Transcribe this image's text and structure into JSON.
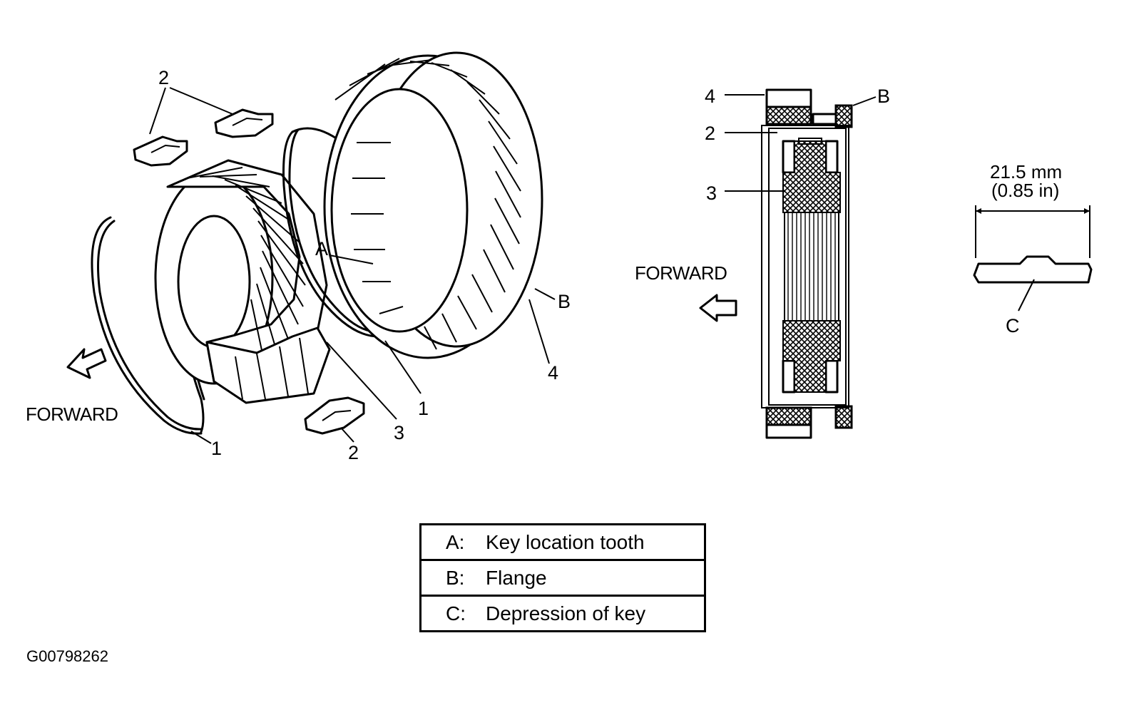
{
  "exploded_view": {
    "forward_label": "FORWARD",
    "callouts": {
      "spring_left": "1",
      "spring_right": "1",
      "key_top": "2",
      "key_bottom": "2",
      "hub": "3",
      "sleeve": "4",
      "key_location_tooth": "A",
      "flange": "B"
    }
  },
  "section_view": {
    "forward_label": "FORWARD",
    "callouts": {
      "sleeve": "4",
      "key": "2",
      "hub": "3",
      "flange": "B"
    }
  },
  "key_detail": {
    "dimension_mm": "21.5 mm",
    "dimension_in": "(0.85 in)",
    "depression_callout": "C"
  },
  "legend": [
    {
      "key": "A:",
      "text": "Key location tooth"
    },
    {
      "key": "B:",
      "text": "Flange"
    },
    {
      "key": "C:",
      "text": "Depression of key"
    }
  ],
  "figure_id": "G00798262",
  "colors": {
    "ink": "#000000",
    "paper": "#ffffff"
  }
}
